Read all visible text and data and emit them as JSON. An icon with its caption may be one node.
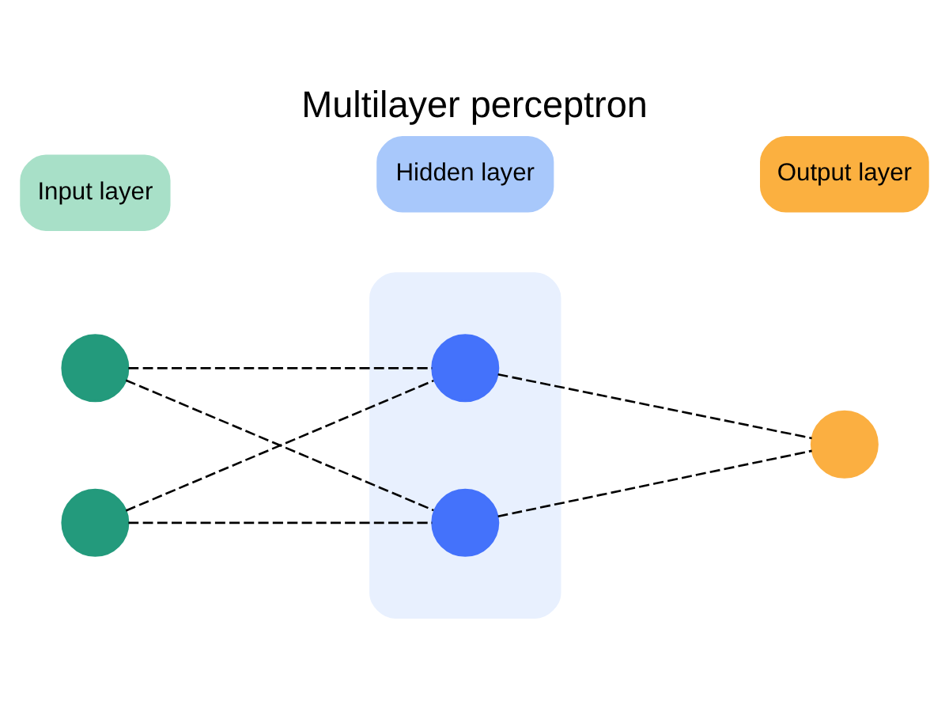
{
  "diagram": {
    "title": "Multilayer perceptron",
    "nodes": [
      {
        "text": [
          "Input layer"
        ]
      },
      {
        "text": [
          "Hidden layer"
        ]
      },
      {
        "text": [
          "Output layer"
        ]
      },
      {
        "text": [],
        "shape": "box"
      },
      {
        "text": [],
        "shape": "circle"
      },
      {
        "text": [],
        "shape": "circle"
      },
      {
        "text": [],
        "shape": "circle",
        "in": 3
      },
      {
        "text": [],
        "shape": "circle",
        "in": 3
      },
      {
        "text": [],
        "shape": "circle"
      }
    ],
    "edges": [
      {
        "from": 4,
        "to": 6,
        "arrow": "none",
        "style": "dashed"
      },
      {
        "from": 4,
        "to": 7,
        "arrow": "none",
        "style": "dashed"
      },
      {
        "from": 5,
        "to": 6,
        "arrow": "none",
        "style": "dashed"
      },
      {
        "from": 5,
        "to": 7,
        "arrow": "none",
        "style": "dashed"
      },
      {
        "from": 6,
        "to": 8,
        "arrow": "none",
        "style": "dashed"
      },
      {
        "from": 7,
        "to": 8,
        "arrow": "none",
        "style": "dashed"
      }
    ]
  }
}
